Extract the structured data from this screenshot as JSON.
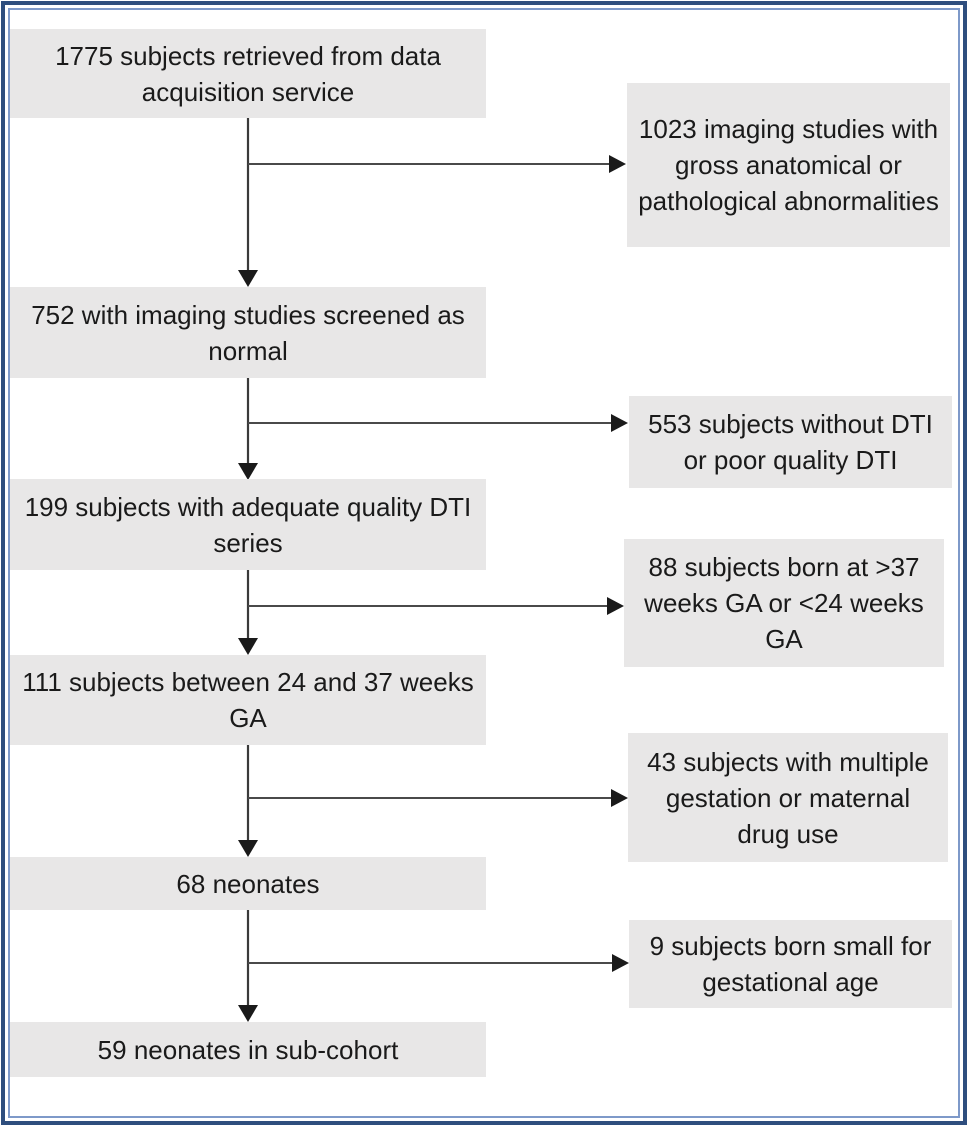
{
  "flow": {
    "main_boxes": [
      {
        "text": "1775 subjects retrieved from data acquisition service"
      },
      {
        "text": "752 with imaging studies screened as normal"
      },
      {
        "text": "199 subjects with adequate quality DTI series"
      },
      {
        "text": "111 subjects between 24 and 37 weeks GA"
      },
      {
        "text": "68 neonates"
      },
      {
        "text": "59 neonates in sub-cohort"
      }
    ],
    "exclusion_boxes": [
      {
        "text": "1023 imaging studies with gross anatomical or pathological abnormalities"
      },
      {
        "text": "553 subjects without DTI or poor quality DTI"
      },
      {
        "text": "88 subjects born at >37 weeks GA or <24 weeks GA"
      },
      {
        "text": "43 subjects with multiple gestation or maternal drug use"
      },
      {
        "text": "9 subjects born small for gestational age"
      }
    ],
    "colors": {
      "box_fill": "#E8E7E7",
      "frame_outer": "#2E4E7E",
      "frame_inner": "#7E99C9",
      "arrow": "#1A1A1A",
      "line": "#3A3A3A"
    }
  }
}
